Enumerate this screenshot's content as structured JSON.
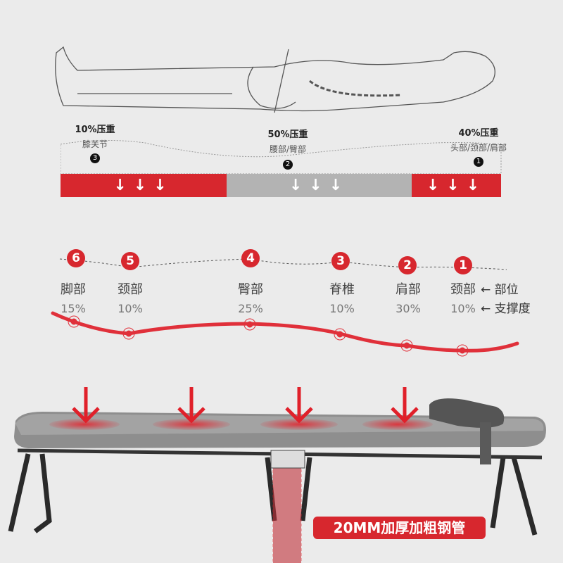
{
  "top_diagram": {
    "zones": [
      {
        "pressure": "10%压重",
        "part": "膝关节",
        "marker": "3",
        "color": "#d7272e"
      },
      {
        "pressure": "50%压重",
        "part": "腰部/臀部",
        "marker": "2",
        "color": "#b3b3b3"
      },
      {
        "pressure": "40%压重",
        "part": "头部/颈部/肩部",
        "marker": "1",
        "color": "#d7272e"
      }
    ],
    "arrow_glyph": "↓↓↓"
  },
  "support_diagram": {
    "points": [
      {
        "num": "6",
        "part": "脚部",
        "support": "15%"
      },
      {
        "num": "5",
        "part": "颈部",
        "support": "10%"
      },
      {
        "num": "4",
        "part": "臀部",
        "support": "25%"
      },
      {
        "num": "3",
        "part": "脊椎",
        "support": "10%"
      },
      {
        "num": "2",
        "part": "肩部",
        "support": "30%"
      },
      {
        "num": "1",
        "part": "颈部",
        "support": "10%"
      }
    ],
    "legend_part": "← 部位",
    "legend_support": "← 支撑度"
  },
  "product": {
    "badge": "20MM加厚加粗钢管",
    "accent": "#d7272e"
  }
}
